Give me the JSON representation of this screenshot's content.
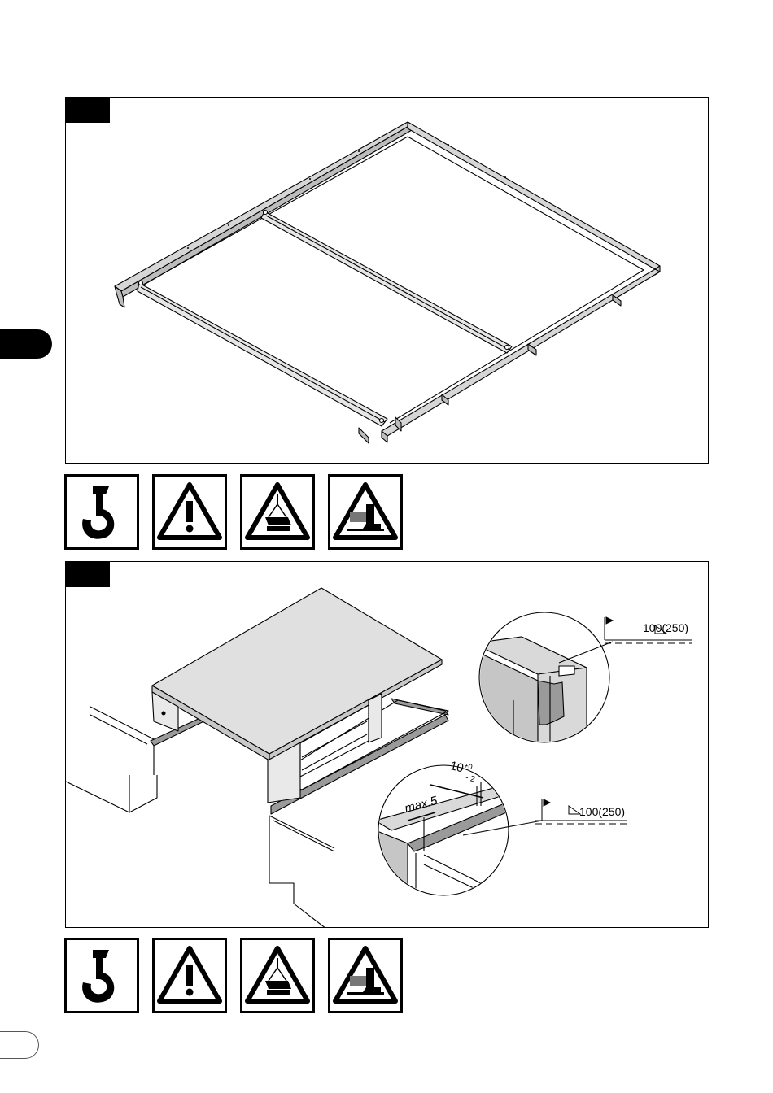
{
  "figures": [
    {
      "id": "fig1",
      "description_icons": [
        "hook-icon",
        "general-warning-icon",
        "suspended-load-warning-icon",
        "crush-hazard-feet-icon"
      ]
    },
    {
      "id": "fig2",
      "weld_symbol_top": "100(250)",
      "weld_symbol_bottom": "100(250)",
      "dim_max": "max.5",
      "dim_gap_main": "10",
      "dim_gap_plus": "+0",
      "dim_gap_minus": "- 2",
      "description_icons": [
        "hook-icon",
        "general-warning-icon",
        "suspended-load-warning-icon",
        "crush-hazard-feet-icon"
      ]
    }
  ]
}
